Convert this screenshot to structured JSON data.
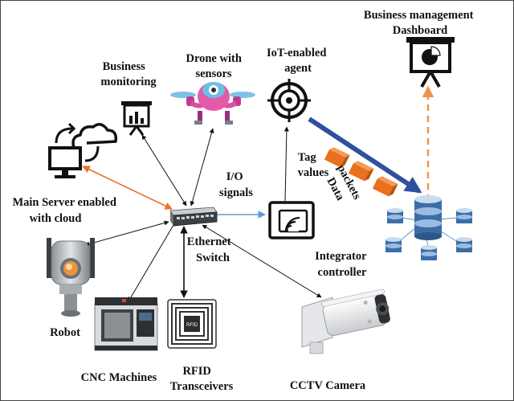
{
  "labels": {
    "business_management": [
      "Business management",
      "Dashboard"
    ],
    "business_monitoring": [
      "Business",
      "monitoring"
    ],
    "drone": [
      "Drone with",
      "sensors"
    ],
    "iot_agent": [
      "IoT-enabled",
      "agent"
    ],
    "main_server": [
      "Main Server enabled",
      "with cloud"
    ],
    "io_signals": [
      "I/O",
      "signals"
    ],
    "tag_values": [
      "Tag",
      "values"
    ],
    "data_packets": [
      "Data",
      "packets"
    ],
    "ethernet_switch": [
      "Ethernet",
      "Switch"
    ],
    "integrator": [
      "Integrator",
      "controller"
    ],
    "robot": "Robot",
    "cnc": "CNC Machines",
    "rfid": [
      "RFID",
      "Transceivers"
    ],
    "rfid_chip": "RFID",
    "cctv": "CCTV Camera"
  },
  "colors": {
    "server_link": "#e8732a",
    "dashboard_link": "#f0924a",
    "io_link": "#5b9bd5",
    "data_arrow": "#2f4f9f",
    "packet": "#e8701f",
    "db_blue": "#3a6ea8",
    "line": "#111111"
  }
}
